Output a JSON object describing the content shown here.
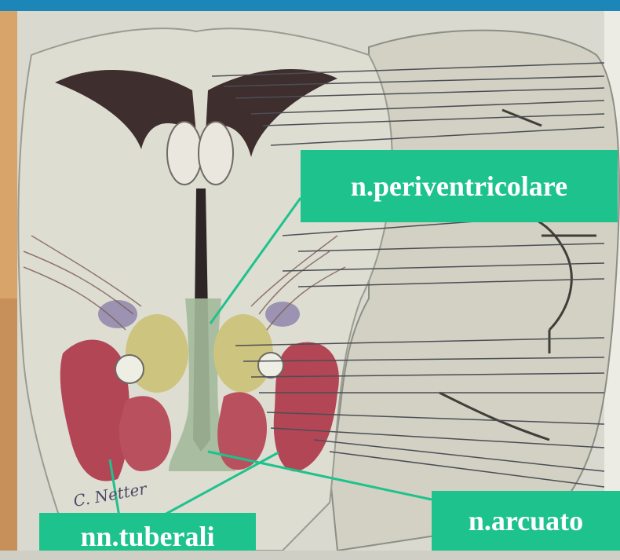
{
  "colors": {
    "label_bg": "#1ec28c",
    "label_text": "#ffffff",
    "top_band": "#1d86b8",
    "paper": "#dcdcd1",
    "ventricle": "#3a2c2c",
    "nucleus_red": "#b24655",
    "nucleus_yellow": "#c9c07a",
    "nucleus_green": "#8fb384",
    "nucleus_purple": "#8a7fa8",
    "leader_line": "#1ec28c"
  },
  "labels": {
    "periventricular": "n.periventricolare",
    "arcuate": "n.arcuato",
    "tuberal": "nn.tuberali"
  },
  "signature": "C. Netter"
}
